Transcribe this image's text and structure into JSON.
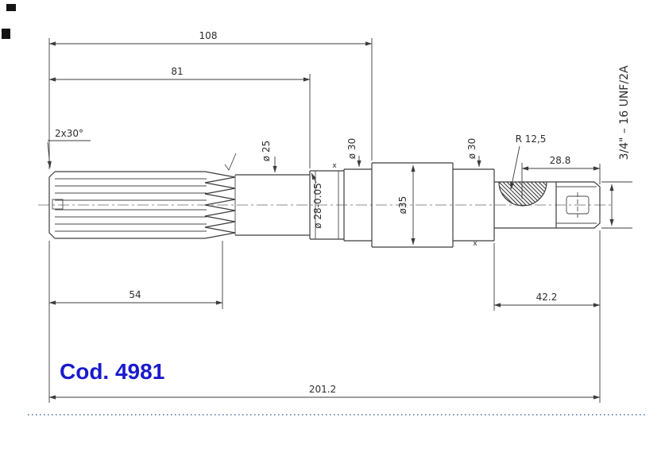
{
  "drawing": {
    "code_label": "Cod. 4981",
    "dims": {
      "d108": "108",
      "d81": "81",
      "d54": "54",
      "d201": "201.2",
      "d42": "42.2",
      "d288": "28.8",
      "chamfer": "2x30°",
      "dia25": "ø 25",
      "dia30a": "ø 30",
      "dia28": "ø 28-0.05",
      "dia35": "ø35",
      "dia30b": "ø 30",
      "r125": "R 12,5",
      "thread": "3/4\" – 16 UNF/2A",
      "mark_x1": "x",
      "mark_x2": "x"
    },
    "colors": {
      "line_color": "#3c3c3c",
      "code_color": "#1a1acc",
      "dotted_line_color": "#4a6fa5"
    }
  }
}
